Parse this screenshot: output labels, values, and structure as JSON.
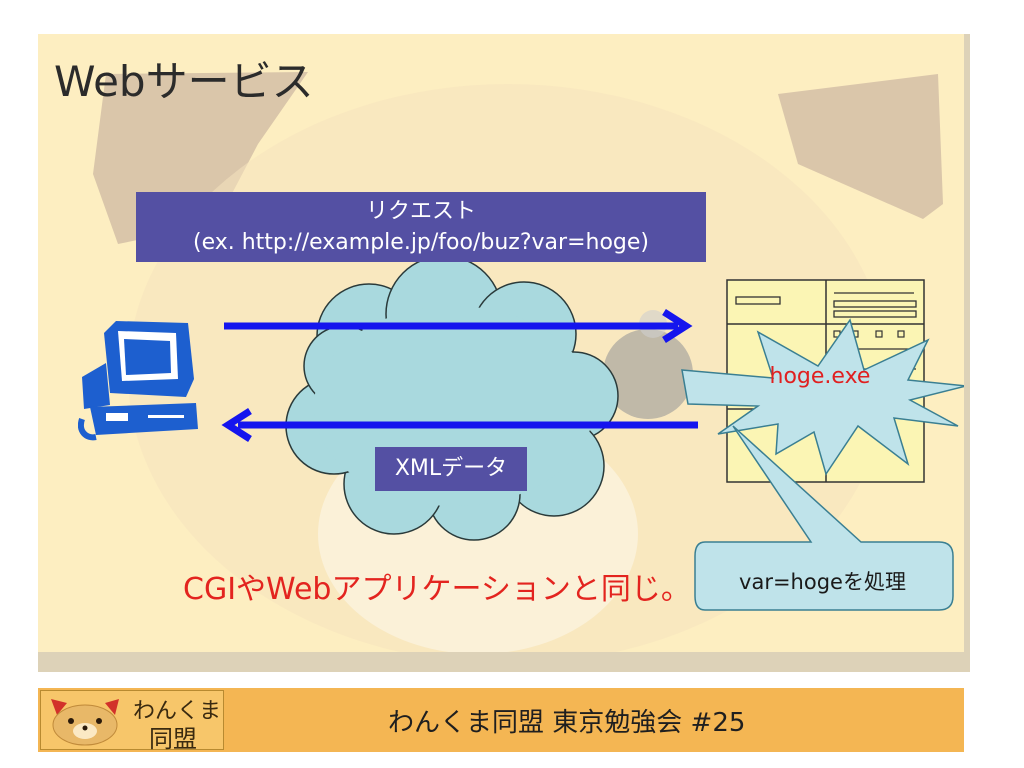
{
  "slide": {
    "title": "Webサービス",
    "request_line1": "リクエスト",
    "request_line2": "(ex. http://example.jp/foo/buz?var=hoge)",
    "response_label": "XMLデータ",
    "program_label": "hoge.exe",
    "callout_text": "var=hogeを処理",
    "bottom_text": "CGIやWebアプリケーションと同じ。"
  },
  "footer": {
    "logo_line1": "わんくま",
    "logo_line2": "同盟",
    "title": "わんくま同盟 東京勉強会 #25"
  },
  "colors": {
    "slide_bg": "#fdeec1",
    "label_box": "#5450a3",
    "arrow": "#1515ee",
    "cloud": "#a9d9de",
    "burst": "#bfe3ea",
    "accent_red": "#e3241f",
    "footer_bar": "#f4b653"
  },
  "icons": {
    "client": "computer-icon",
    "server": "server-document-icon"
  }
}
